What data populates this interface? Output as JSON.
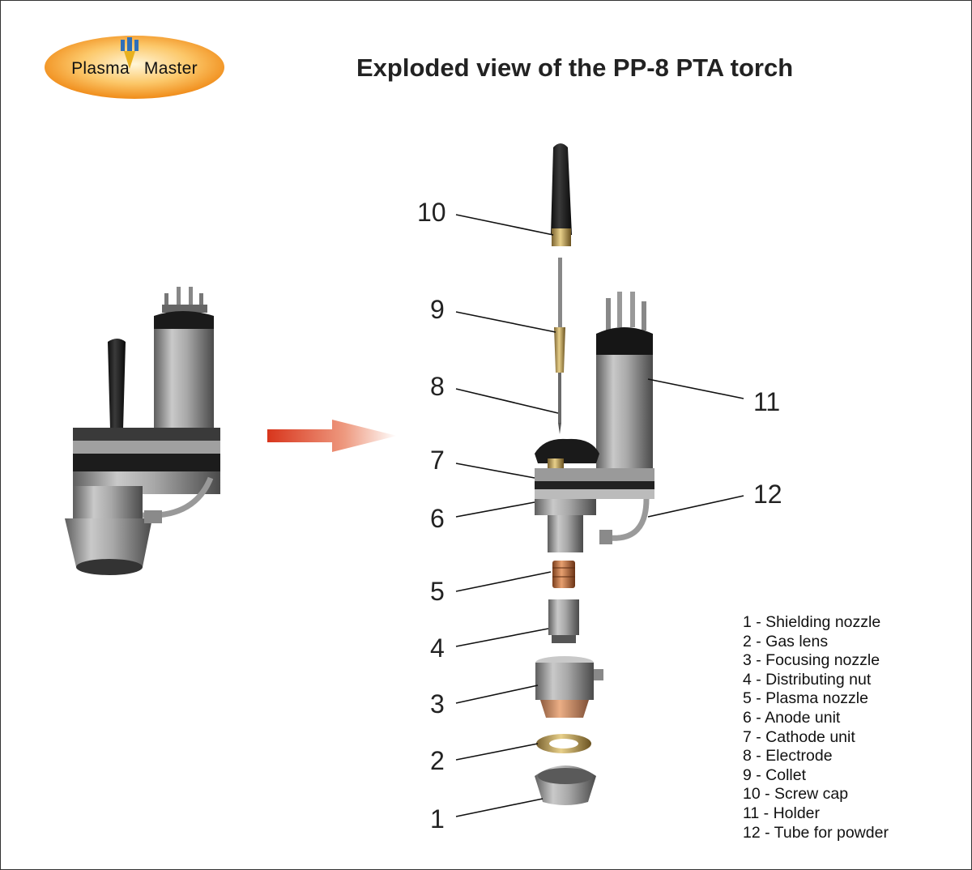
{
  "logo": {
    "part1": "Plasma",
    "part2": "Master"
  },
  "title": "Exploded view of the PP-8 PTA torch",
  "callouts": [
    "10",
    "9",
    "8",
    "7",
    "6",
    "5",
    "4",
    "3",
    "2",
    "1",
    "11",
    "12"
  ],
  "legend": [
    "1 - Shielding nozzle",
    "2 - Gas lens",
    "3 - Focusing nozzle",
    "4 - Distributing nut",
    "5 - Plasma nozzle",
    "6 - Anode unit",
    "7 - Cathode unit",
    "8 - Electrode",
    "9 - Collet",
    "10 - Screw cap",
    "11 - Holder",
    "12 - Tube for powder"
  ],
  "colors": {
    "logo_orange": "#f39a1e",
    "arrow_red": "#d8351c",
    "metal": "#9a9a9a",
    "dark": "#1e1e1e",
    "copper": "#c8784a",
    "brass": "#c9a860"
  }
}
